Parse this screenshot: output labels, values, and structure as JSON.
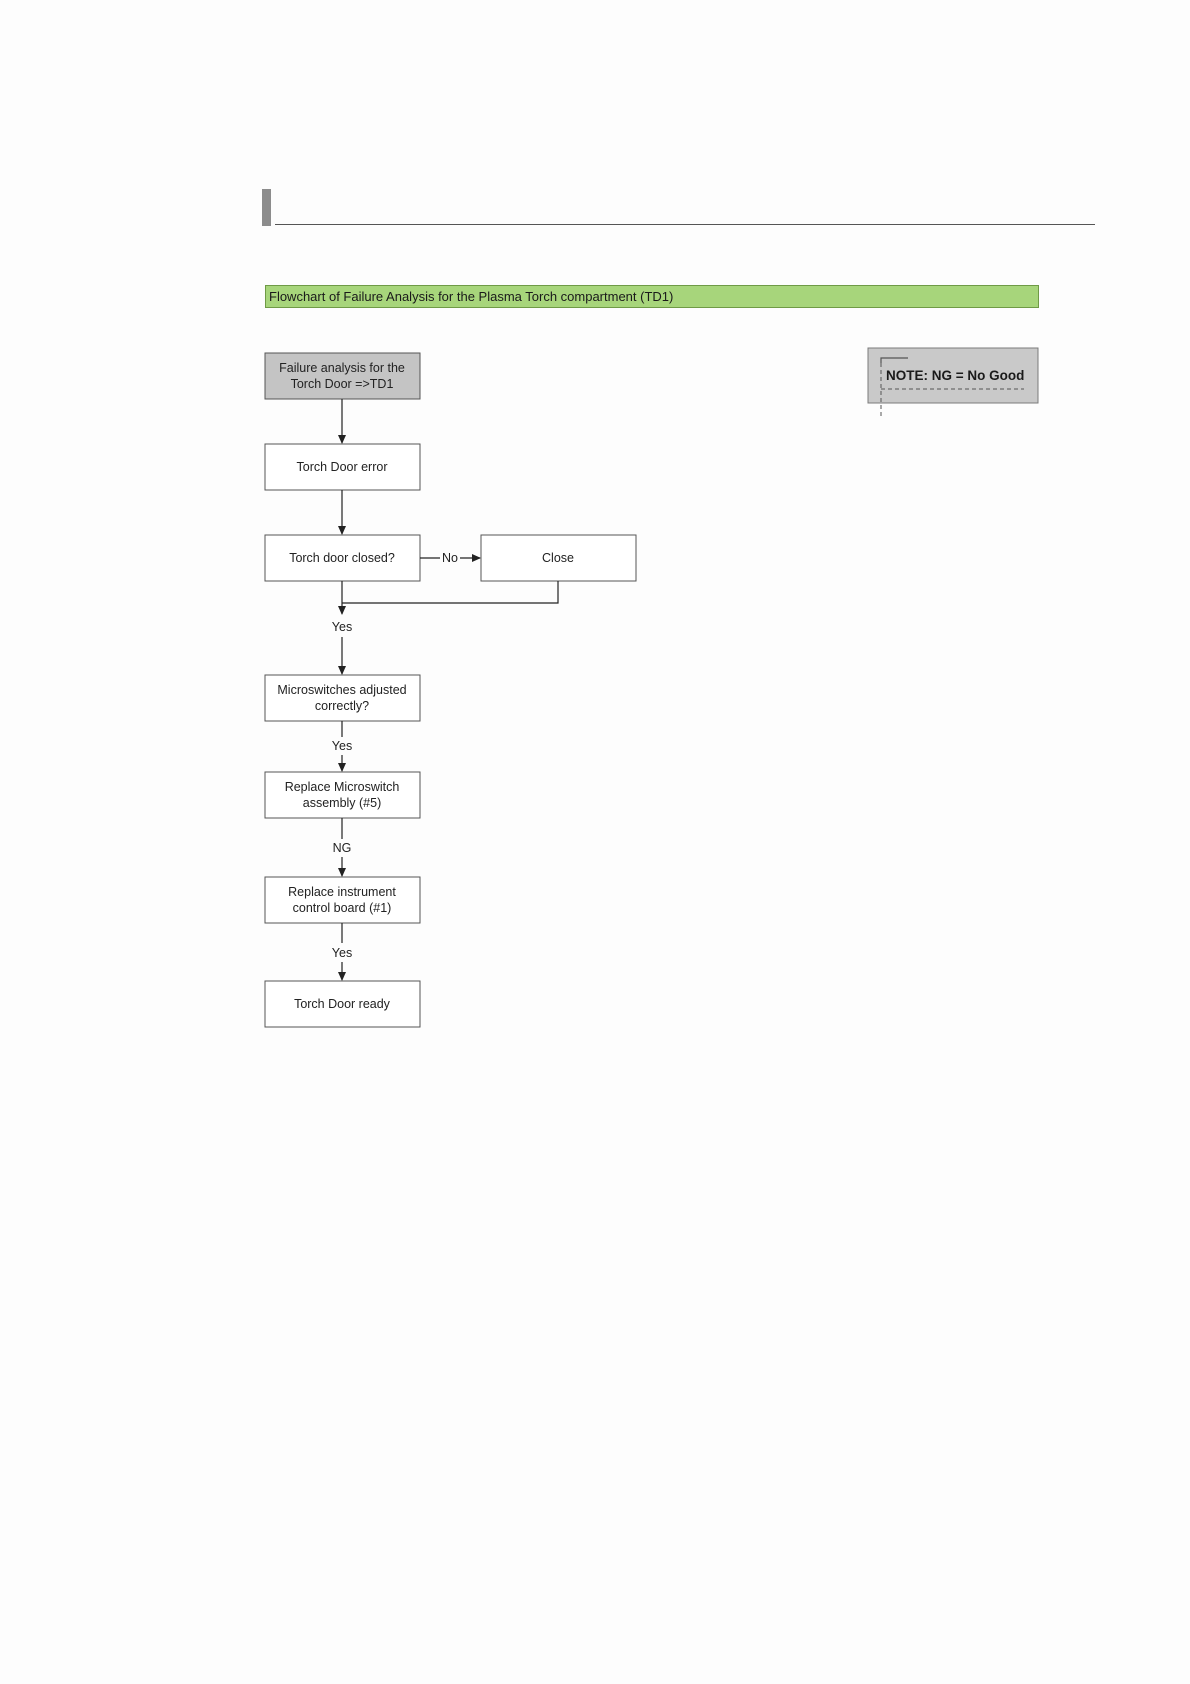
{
  "title": "Flowchart of Failure Analysis for the Plasma Torch compartment (TD1)",
  "note": "NOTE: NG = No Good",
  "colors": {
    "title_bg": "#a7d57b",
    "start_node_bg": "#c4c4c4",
    "note_bg": "#c9c9c9"
  },
  "nodes": {
    "start": [
      "Failure analysis for the",
      "Torch Door =>TD1"
    ],
    "error": [
      "Torch Door error"
    ],
    "closed_check": [
      "Torch door closed?"
    ],
    "close": [
      "Close"
    ],
    "micro_check": [
      "Microswitches adjusted",
      "correctly?"
    ],
    "replace_micro": [
      "Replace Microswitch",
      "assembly (#5)"
    ],
    "replace_board": [
      "Replace instrument",
      "control board (#1)"
    ],
    "ready": [
      "Torch Door ready"
    ]
  },
  "edge_labels": {
    "no": "No",
    "yes_1": "Yes",
    "yes_2": "Yes",
    "ng": "NG",
    "yes_3": "Yes"
  }
}
